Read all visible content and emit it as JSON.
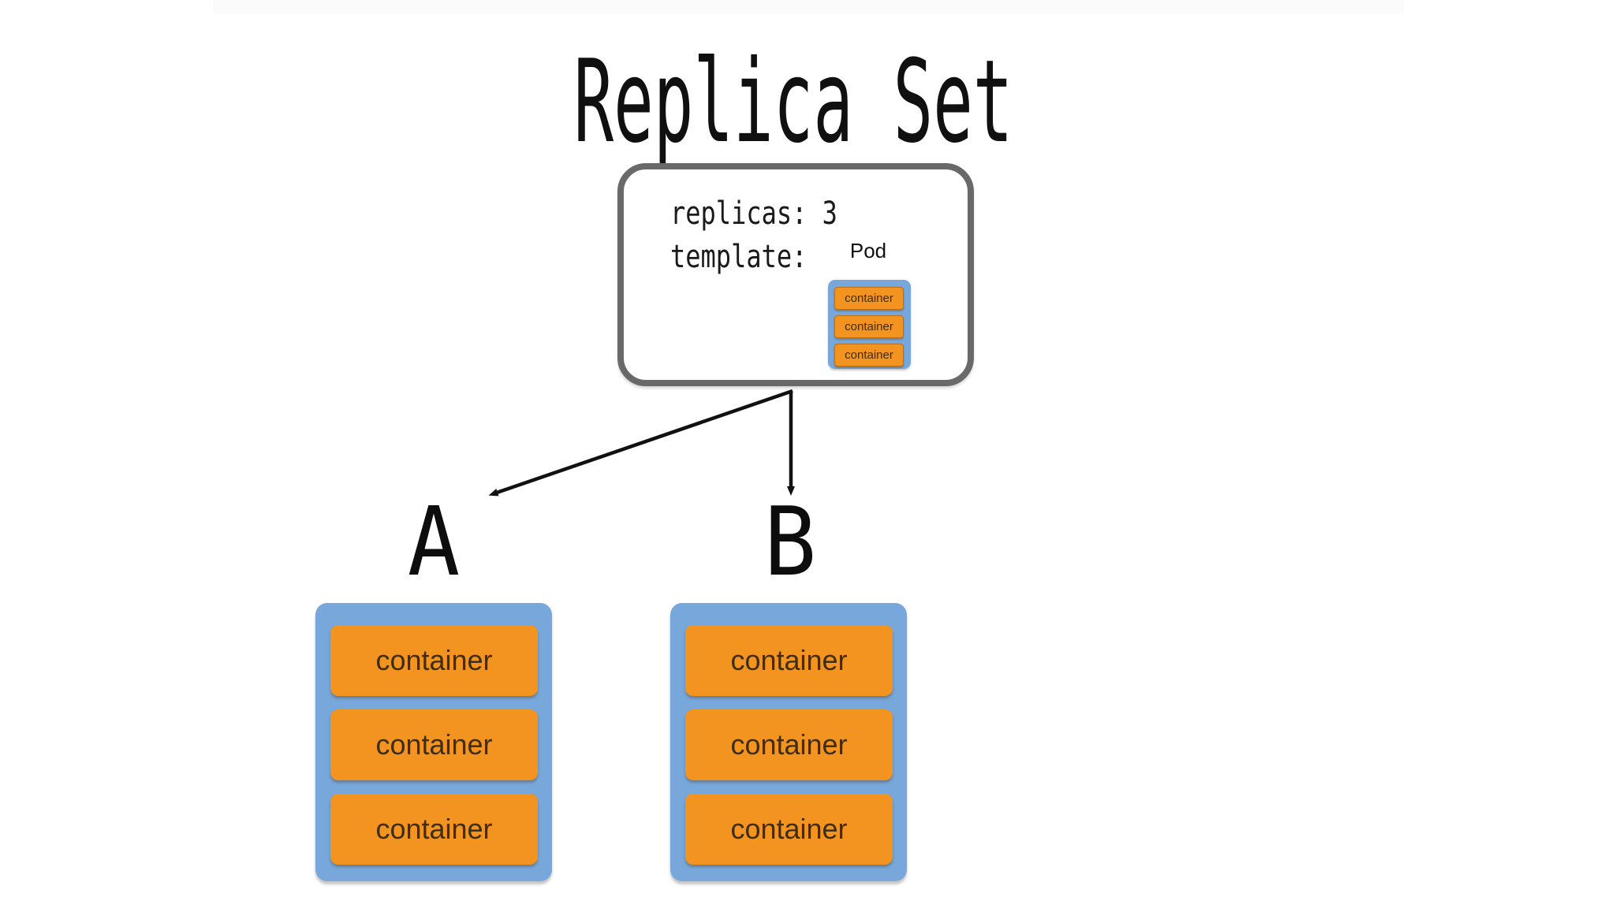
{
  "title": "Replica Set",
  "colors": {
    "pod_blue": "#78A8DB",
    "container_orange": "#F2941F",
    "box_border_gray": "#696969",
    "container_text": "#3E2D12",
    "arrow_black": "#111111"
  },
  "replicaset": {
    "spec_lines": {
      "replicas": "replicas: 3",
      "template": "template:"
    },
    "pod_template": {
      "label": "Pod",
      "containers": [
        "container",
        "container",
        "container"
      ]
    }
  },
  "pods": [
    {
      "label": "A",
      "containers": [
        "container",
        "container",
        "container"
      ]
    },
    {
      "label": "B",
      "containers": [
        "container",
        "container",
        "container"
      ]
    }
  ]
}
